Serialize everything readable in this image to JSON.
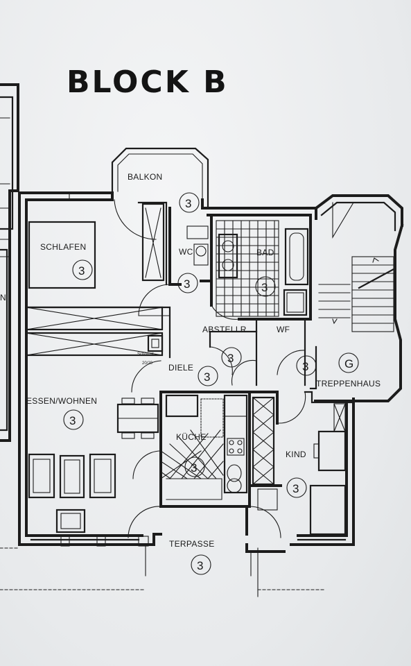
{
  "plan": {
    "title": "BLOCK B",
    "rooms": [
      {
        "id": "balkon",
        "label": "BALKON",
        "count": "3"
      },
      {
        "id": "schlafen",
        "label": "SCHLAFEN",
        "count": "3"
      },
      {
        "id": "wc",
        "label": "WC",
        "count": "3"
      },
      {
        "id": "bad",
        "label": "BAD",
        "count": "3"
      },
      {
        "id": "abstellr",
        "label": "ABSTELLR.",
        "count": "3"
      },
      {
        "id": "wf",
        "label": "WF",
        "count": "3"
      },
      {
        "id": "treppenhaus",
        "label": "TREPPENHAUS",
        "count": "G"
      },
      {
        "id": "diele",
        "label": "DIELE",
        "count": "3"
      },
      {
        "id": "essen",
        "label": "ESSEN/WOHNEN",
        "count": "3"
      },
      {
        "id": "kuche",
        "label": "KÜCHE",
        "count": "3"
      },
      {
        "id": "kind",
        "label": "KIND",
        "count": "3"
      },
      {
        "id": "terrasse",
        "label": "TERPASSE",
        "count": "3"
      }
    ],
    "small_labels": {
      "schacht": "Schornst.",
      "size": "20/20",
      "edge_letter": "N"
    }
  }
}
